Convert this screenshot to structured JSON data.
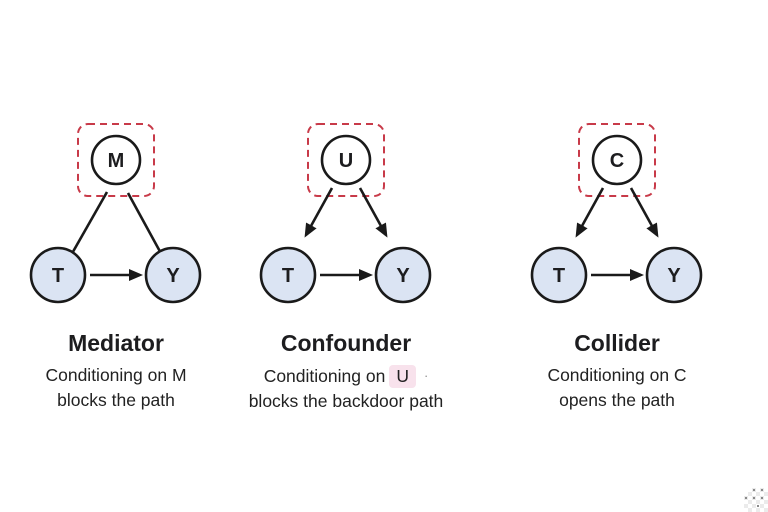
{
  "figure": {
    "panels": [
      {
        "title": "Mediator",
        "top_node": "M",
        "left_node": "T",
        "right_node": "Y",
        "caption_line1": "Conditioning on M",
        "caption_line2": "blocks the path"
      },
      {
        "title": "Confounder",
        "top_node": "U",
        "left_node": "T",
        "right_node": "Y",
        "caption_prefix": "Conditioning on",
        "caption_highlight": "U",
        "caption_dot": "·",
        "caption_line2": "blocks the backdoor path"
      },
      {
        "title": "Collider",
        "top_node": "C",
        "left_node": "T",
        "right_node": "Y",
        "caption_line1": "Conditioning on C",
        "caption_line2": "opens the path"
      }
    ],
    "colors": {
      "ink": "#1d1d1f",
      "node_fill": "#dbe4f3",
      "node_stroke": "#1a1a1a",
      "box_red": "#c83a49",
      "highlight_bg": "#f8e2ec",
      "dot_gray": "#8f8f8f",
      "bg": "#ffffff"
    }
  }
}
